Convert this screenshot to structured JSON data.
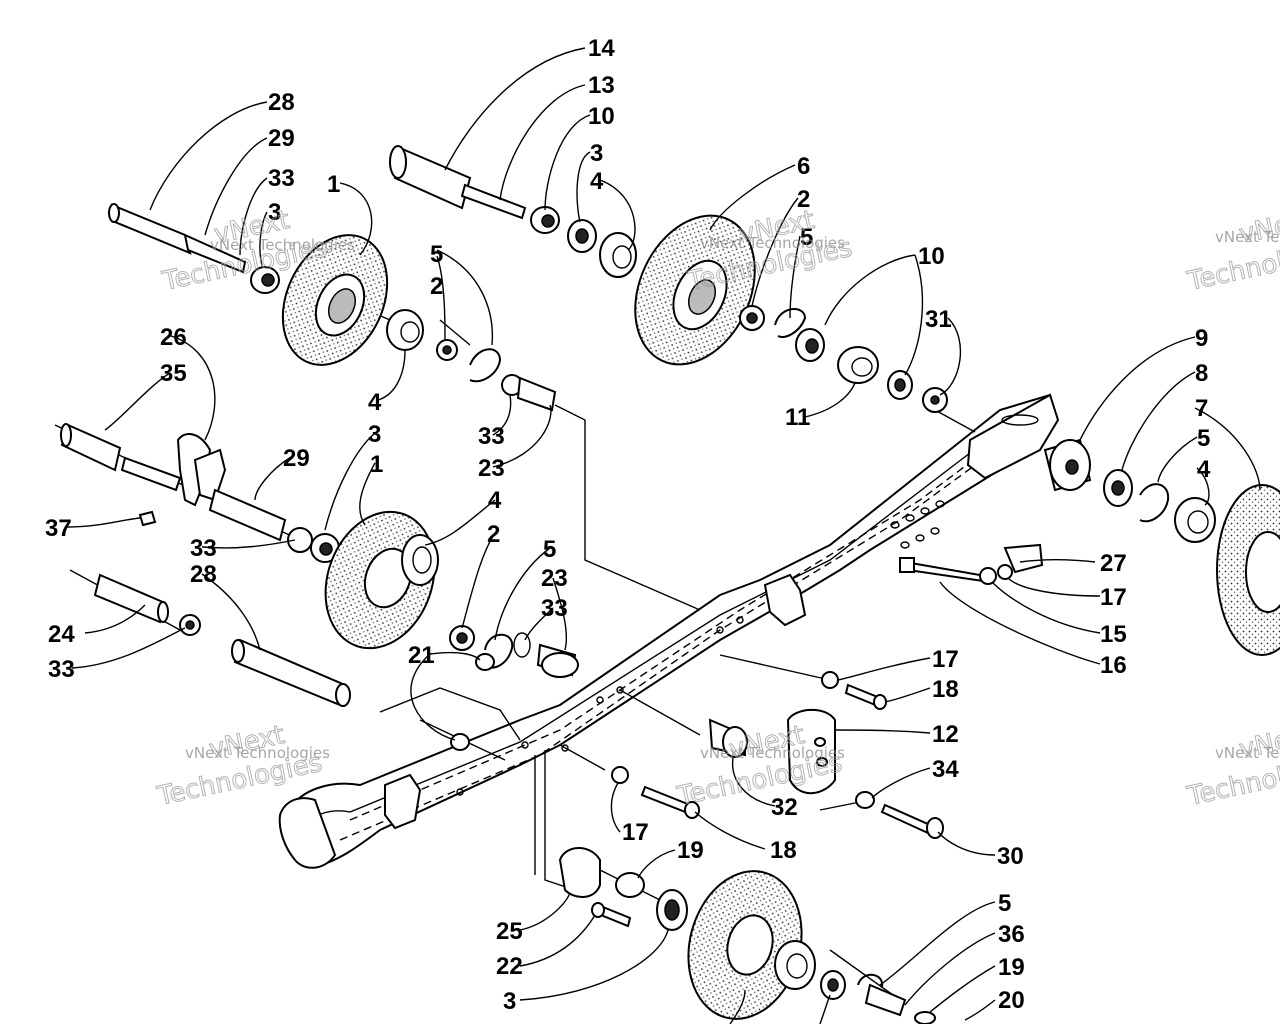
{
  "diagram": {
    "watermark": {
      "line1": "vNext",
      "line2": "Technologies",
      "caption": "vNext Technologies"
    },
    "labels": [
      {
        "id": "l14",
        "text": "14"
      },
      {
        "id": "l13",
        "text": "13"
      },
      {
        "id": "l10a",
        "text": "10"
      },
      {
        "id": "l3a",
        "text": "3"
      },
      {
        "id": "l4a",
        "text": "4"
      },
      {
        "id": "l6",
        "text": "6"
      },
      {
        "id": "l2a",
        "text": "2"
      },
      {
        "id": "l5a",
        "text": "5"
      },
      {
        "id": "l10b",
        "text": "10"
      },
      {
        "id": "l31",
        "text": "31"
      },
      {
        "id": "l28a",
        "text": "28"
      },
      {
        "id": "l29a",
        "text": "29"
      },
      {
        "id": "l33a",
        "text": "33"
      },
      {
        "id": "l3b",
        "text": "3"
      },
      {
        "id": "l1a",
        "text": "1"
      },
      {
        "id": "l5b",
        "text": "5"
      },
      {
        "id": "l2b",
        "text": "2"
      },
      {
        "id": "l4b",
        "text": "4"
      },
      {
        "id": "l33b",
        "text": "33"
      },
      {
        "id": "l23a",
        "text": "23"
      },
      {
        "id": "l11",
        "text": "11"
      },
      {
        "id": "l9",
        "text": "9"
      },
      {
        "id": "l8",
        "text": "8"
      },
      {
        "id": "l7",
        "text": "7"
      },
      {
        "id": "l5c",
        "text": "5"
      },
      {
        "id": "l4c",
        "text": "4"
      },
      {
        "id": "l26",
        "text": "26"
      },
      {
        "id": "l35",
        "text": "35"
      },
      {
        "id": "l3c",
        "text": "3"
      },
      {
        "id": "l29b",
        "text": "29"
      },
      {
        "id": "l1b",
        "text": "1"
      },
      {
        "id": "l4d",
        "text": "4"
      },
      {
        "id": "l37",
        "text": "37"
      },
      {
        "id": "l33c",
        "text": "33"
      },
      {
        "id": "l2c",
        "text": "2"
      },
      {
        "id": "l5d",
        "text": "5"
      },
      {
        "id": "l28b",
        "text": "28"
      },
      {
        "id": "l23b",
        "text": "23"
      },
      {
        "id": "l33d",
        "text": "33"
      },
      {
        "id": "l27",
        "text": "27"
      },
      {
        "id": "l17a",
        "text": "17"
      },
      {
        "id": "l15",
        "text": "15"
      },
      {
        "id": "l16",
        "text": "16"
      },
      {
        "id": "l24",
        "text": "24"
      },
      {
        "id": "l33e",
        "text": "33"
      },
      {
        "id": "l21",
        "text": "21"
      },
      {
        "id": "l17b",
        "text": "17"
      },
      {
        "id": "l18a",
        "text": "18"
      },
      {
        "id": "l12",
        "text": "12"
      },
      {
        "id": "l34",
        "text": "34"
      },
      {
        "id": "l32",
        "text": "32"
      },
      {
        "id": "l17c",
        "text": "17"
      },
      {
        "id": "l18b",
        "text": "18"
      },
      {
        "id": "l30",
        "text": "30"
      },
      {
        "id": "l19a",
        "text": "19"
      },
      {
        "id": "l25",
        "text": "25"
      },
      {
        "id": "l22",
        "text": "22"
      },
      {
        "id": "l3d",
        "text": "3"
      },
      {
        "id": "l5e",
        "text": "5"
      },
      {
        "id": "l36",
        "text": "36"
      },
      {
        "id": "l19b",
        "text": "19"
      },
      {
        "id": "l20",
        "text": "20"
      }
    ]
  }
}
